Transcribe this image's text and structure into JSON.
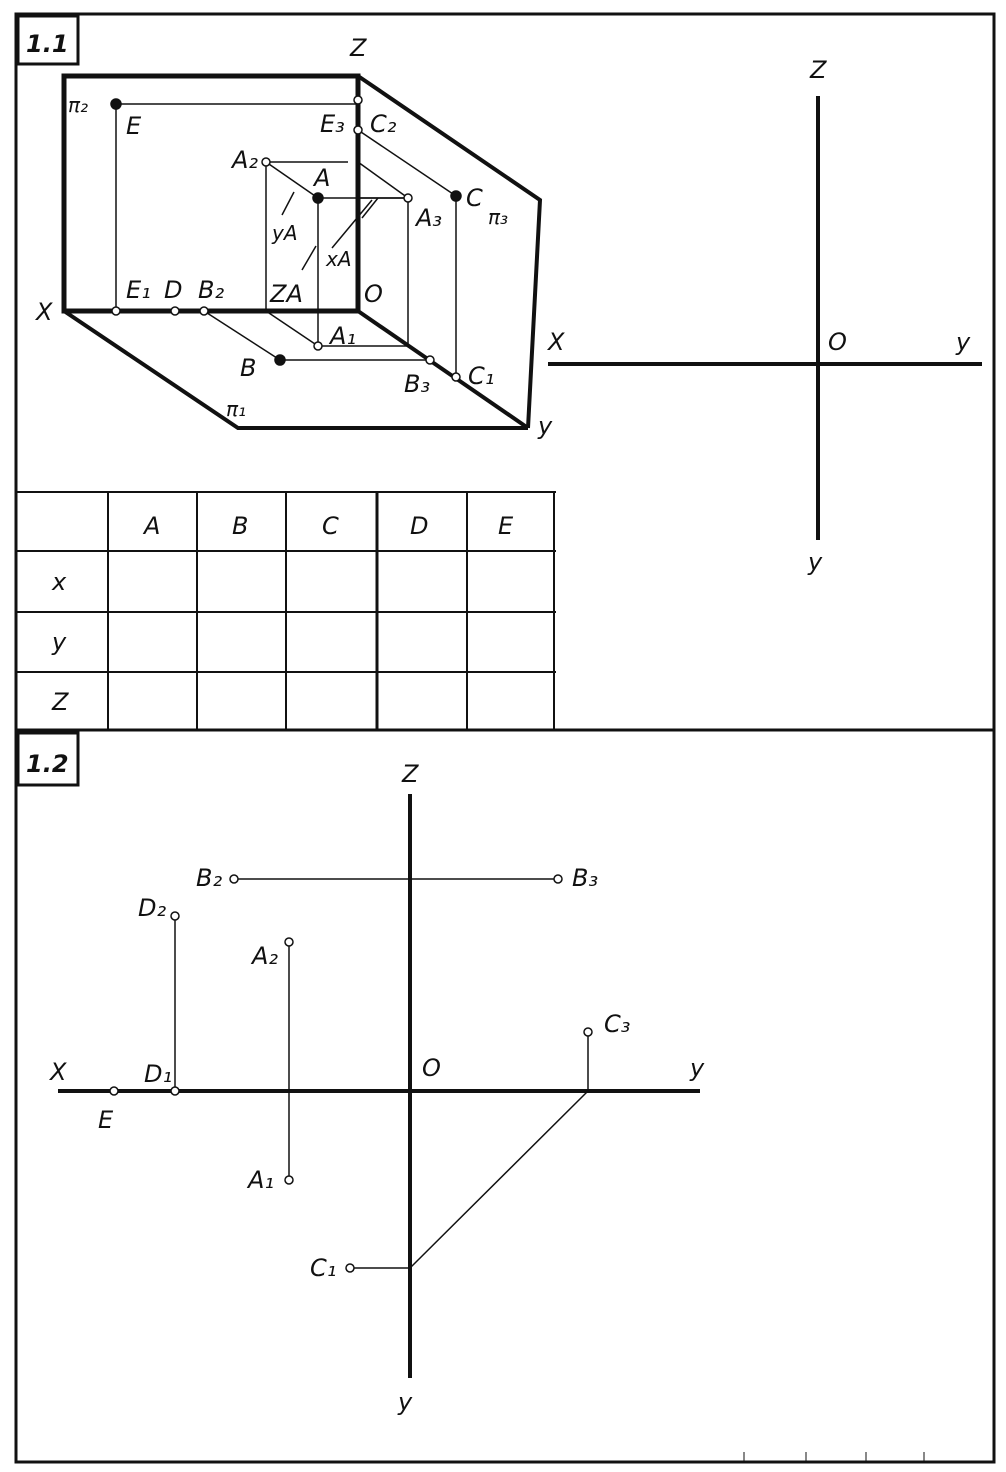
{
  "sections": {
    "s1": {
      "number": "1.1"
    },
    "s2": {
      "number": "1.2"
    }
  },
  "iso": {
    "axis_z": "Z",
    "axis_x": "X",
    "axis_y": "y",
    "origin": "O",
    "plane_pi2": "π₂",
    "plane_pi3": "π₃",
    "plane_pi1": "π₁",
    "points": {
      "E": "E",
      "E3": "E₃",
      "C2": "C₂",
      "A2": "A₂",
      "A": "A",
      "A3": "A₃",
      "C": "C",
      "yA": "yA",
      "xA": "xA",
      "zA": "ZA",
      "E1": "E₁",
      "D": "D",
      "B2": "B₂",
      "A1": "A₁",
      "B": "B",
      "B3": "B₃",
      "C1": "C₁"
    }
  },
  "axes_1_1": {
    "z": "Z",
    "x": "X",
    "y_right": "y",
    "y_down": "y",
    "origin": "O"
  },
  "table": {
    "columns": [
      "A",
      "B",
      "C",
      "D",
      "E"
    ],
    "rows": [
      {
        "label": "x",
        "cells": [
          "",
          "",
          "",
          "",
          ""
        ]
      },
      {
        "label": "y",
        "cells": [
          "",
          "",
          "",
          "",
          ""
        ]
      },
      {
        "label": "Z",
        "cells": [
          "",
          "",
          "",
          "",
          ""
        ]
      }
    ]
  },
  "epure": {
    "z": "Z",
    "x": "X",
    "y_right": "y",
    "y_down": "y",
    "origin": "O",
    "points": {
      "B2": "B₂",
      "B3": "B₃",
      "D2": "D₂",
      "A2": "A₂",
      "C3": "C₃",
      "D1": "D₁",
      "E": "E",
      "A1": "A₁",
      "C1": "C₁"
    }
  }
}
